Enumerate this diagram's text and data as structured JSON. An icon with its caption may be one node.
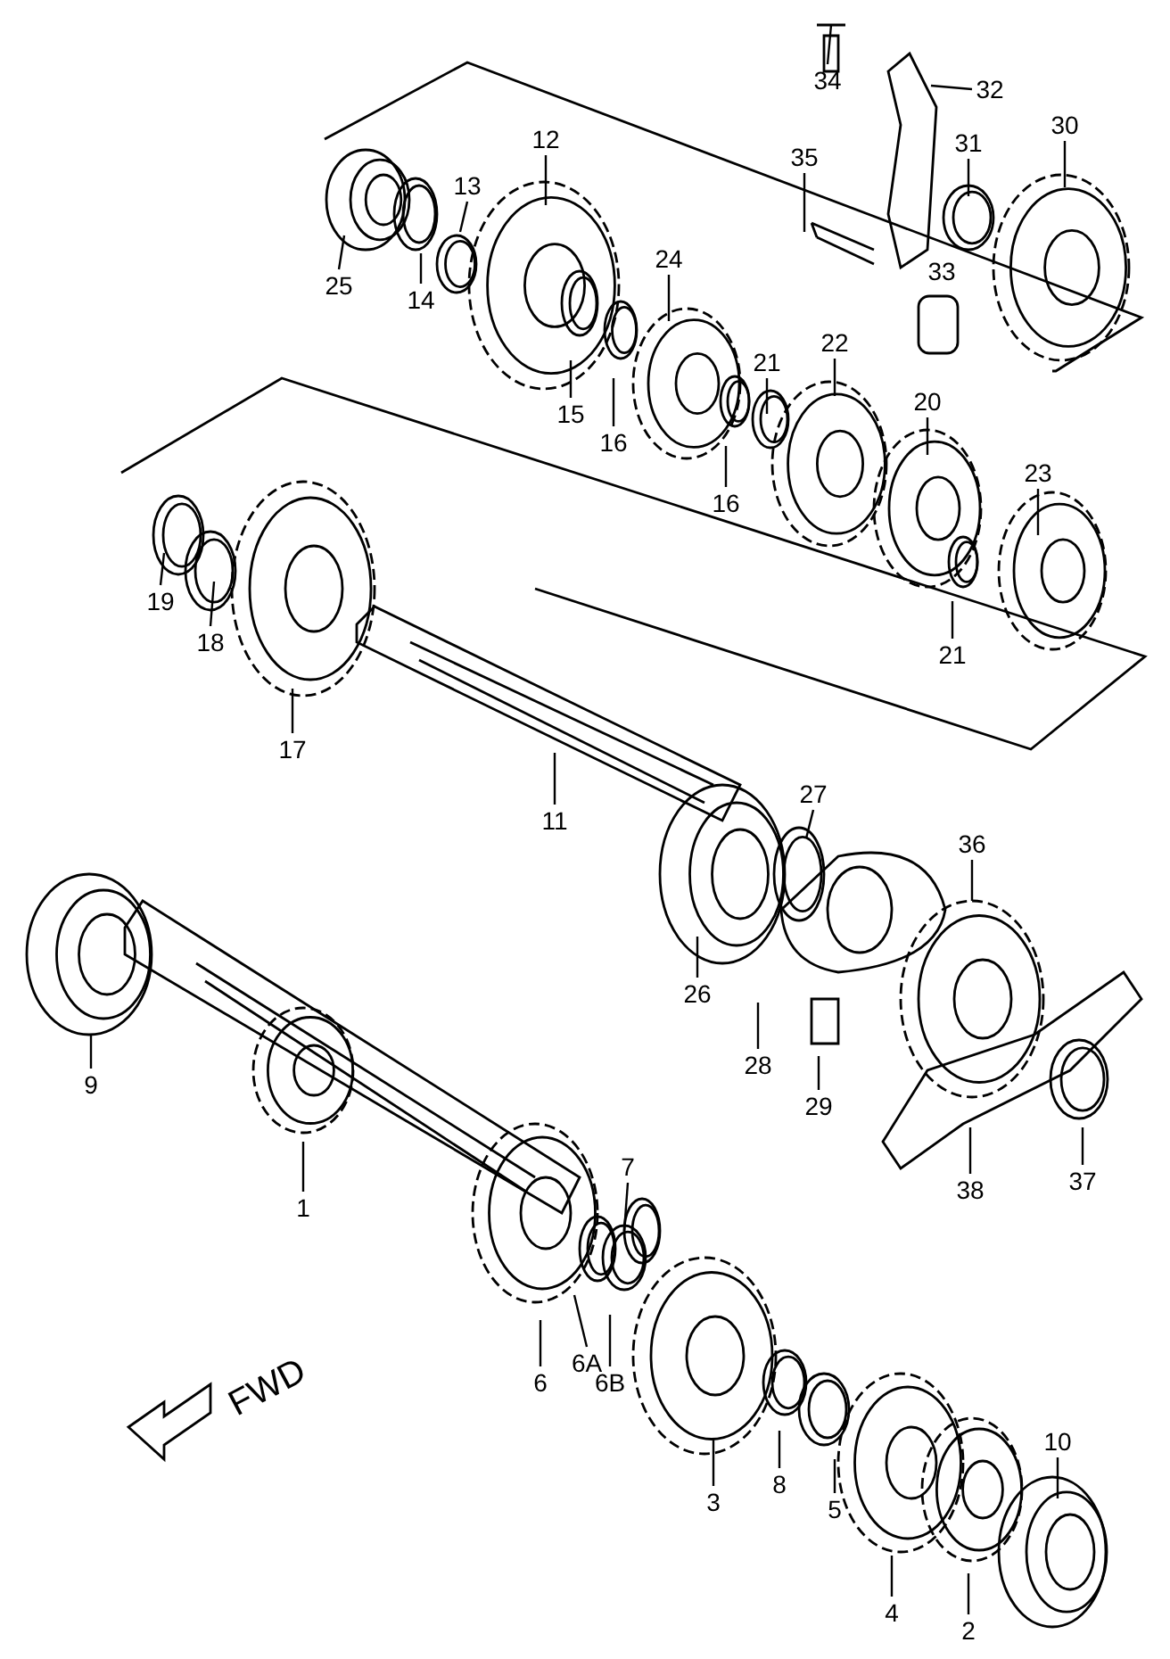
{
  "diagram": {
    "nodes": [
      {
        "text": [
          "34"
        ]
      },
      {
        "text": [
          "32"
        ]
      },
      {
        "text": [
          "30"
        ]
      },
      {
        "text": [
          "31"
        ]
      },
      {
        "text": [
          "12"
        ]
      },
      {
        "text": [
          "35"
        ]
      },
      {
        "text": [
          "13"
        ]
      },
      {
        "text": [
          "24"
        ]
      },
      {
        "text": [
          "33"
        ]
      },
      {
        "text": [
          "25"
        ]
      },
      {
        "text": [
          "14"
        ]
      },
      {
        "text": [
          "22"
        ]
      },
      {
        "text": [
          "21"
        ]
      },
      {
        "text": [
          "20"
        ]
      },
      {
        "text": [
          "15"
        ]
      },
      {
        "text": [
          "16"
        ]
      },
      {
        "text": [
          "23"
        ]
      },
      {
        "text": [
          "16"
        ]
      },
      {
        "text": [
          "19"
        ]
      },
      {
        "text": [
          "18"
        ]
      },
      {
        "text": [
          "21"
        ]
      },
      {
        "text": [
          "17"
        ]
      },
      {
        "text": [
          "11"
        ]
      },
      {
        "text": [
          "27"
        ]
      },
      {
        "text": [
          "36"
        ]
      },
      {
        "text": [
          "26"
        ]
      },
      {
        "text": [
          "28"
        ]
      },
      {
        "text": [
          "29"
        ]
      },
      {
        "text": [
          "9"
        ]
      },
      {
        "text": [
          "1"
        ]
      },
      {
        "text": [
          "7"
        ]
      },
      {
        "text": [
          "38"
        ]
      },
      {
        "text": [
          "37"
        ]
      },
      {
        "text": [
          "6A"
        ]
      },
      {
        "text": [
          "6"
        ]
      },
      {
        "text": [
          "6B"
        ]
      },
      {
        "text": [
          "10"
        ]
      },
      {
        "text": [
          "3"
        ]
      },
      {
        "text": [
          "8"
        ]
      },
      {
        "text": [
          "5"
        ]
      },
      {
        "text": [
          "4"
        ]
      },
      {
        "text": [
          "2"
        ]
      }
    ],
    "edges": [
      {
        "from": 0,
        "to": null,
        "arrow": "none"
      },
      {
        "from": 1,
        "to": null,
        "arrow": "none"
      },
      {
        "from": 2,
        "to": null,
        "arrow": "none"
      },
      {
        "from": 3,
        "to": null,
        "arrow": "none"
      },
      {
        "from": 4,
        "to": null,
        "arrow": "none"
      },
      {
        "from": 5,
        "to": null,
        "arrow": "none"
      },
      {
        "from": 6,
        "to": null,
        "arrow": "none"
      },
      {
        "from": 7,
        "to": null,
        "arrow": "none"
      },
      {
        "from": 9,
        "to": null,
        "arrow": "none"
      },
      {
        "from": 10,
        "to": null,
        "arrow": "none"
      },
      {
        "from": 11,
        "to": null,
        "arrow": "none"
      },
      {
        "from": 12,
        "to": null,
        "arrow": "none"
      },
      {
        "from": 13,
        "to": null,
        "arrow": "none"
      },
      {
        "from": 14,
        "to": null,
        "arrow": "none"
      },
      {
        "from": 15,
        "to": null,
        "arrow": "none"
      },
      {
        "from": 16,
        "to": null,
        "arrow": "none"
      },
      {
        "from": 17,
        "to": null,
        "arrow": "none"
      },
      {
        "from": 18,
        "to": null,
        "arrow": "none"
      },
      {
        "from": 19,
        "to": null,
        "arrow": "none"
      },
      {
        "from": 20,
        "to": null,
        "arrow": "none"
      },
      {
        "from": 21,
        "to": null,
        "arrow": "none"
      },
      {
        "from": 22,
        "to": null,
        "arrow": "none"
      },
      {
        "from": 23,
        "to": null,
        "arrow": "none"
      },
      {
        "from": 24,
        "to": null,
        "arrow": "none"
      },
      {
        "from": 25,
        "to": null,
        "arrow": "none"
      },
      {
        "from": 26,
        "to": null,
        "arrow": "none"
      },
      {
        "from": 27,
        "to": null,
        "arrow": "none"
      },
      {
        "from": 28,
        "to": null,
        "arrow": "none"
      },
      {
        "from": 29,
        "to": null,
        "arrow": "none"
      },
      {
        "from": 30,
        "to": null,
        "arrow": "none"
      },
      {
        "from": 31,
        "to": null,
        "arrow": "none"
      },
      {
        "from": 32,
        "to": null,
        "arrow": "none"
      },
      {
        "from": 33,
        "to": null,
        "arrow": "none"
      },
      {
        "from": 34,
        "to": null,
        "arrow": "none"
      },
      {
        "from": 35,
        "to": null,
        "arrow": "none"
      },
      {
        "from": 36,
        "to": null,
        "arrow": "none"
      },
      {
        "from": 37,
        "to": null,
        "arrow": "none"
      },
      {
        "from": 38,
        "to": null,
        "arrow": "none"
      },
      {
        "from": 39,
        "to": null,
        "arrow": "none"
      },
      {
        "from": 40,
        "to": null,
        "arrow": "none"
      },
      {
        "from": 41,
        "to": null,
        "arrow": "none"
      }
    ],
    "labels": [
      "FWD"
    ]
  }
}
